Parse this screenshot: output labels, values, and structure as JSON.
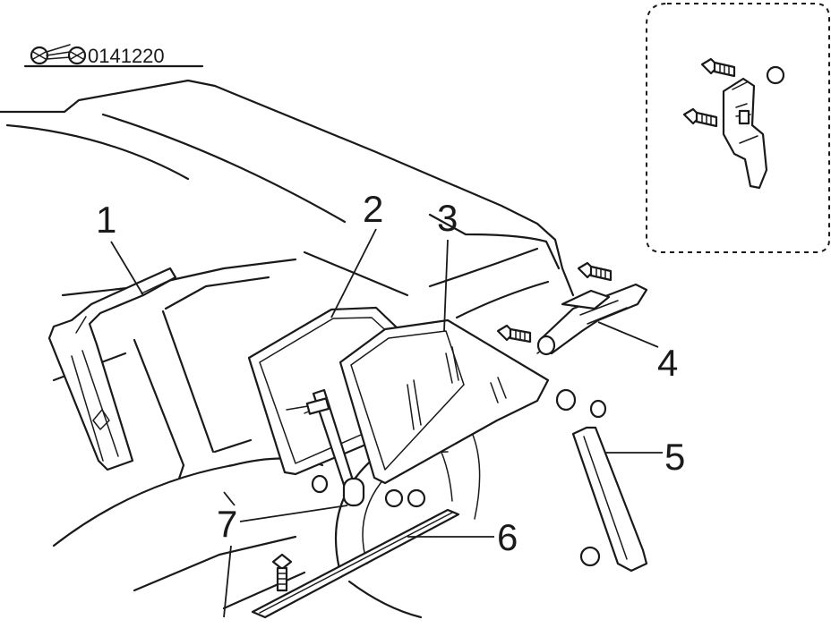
{
  "code_label": "0141220",
  "callouts": [
    {
      "id": "1",
      "label": "1"
    },
    {
      "id": "2",
      "label": "2"
    },
    {
      "id": "3",
      "label": "3"
    },
    {
      "id": "4",
      "label": "4"
    },
    {
      "id": "5",
      "label": "5"
    },
    {
      "id": "6",
      "label": "6"
    },
    {
      "id": "7",
      "label": "7"
    }
  ]
}
